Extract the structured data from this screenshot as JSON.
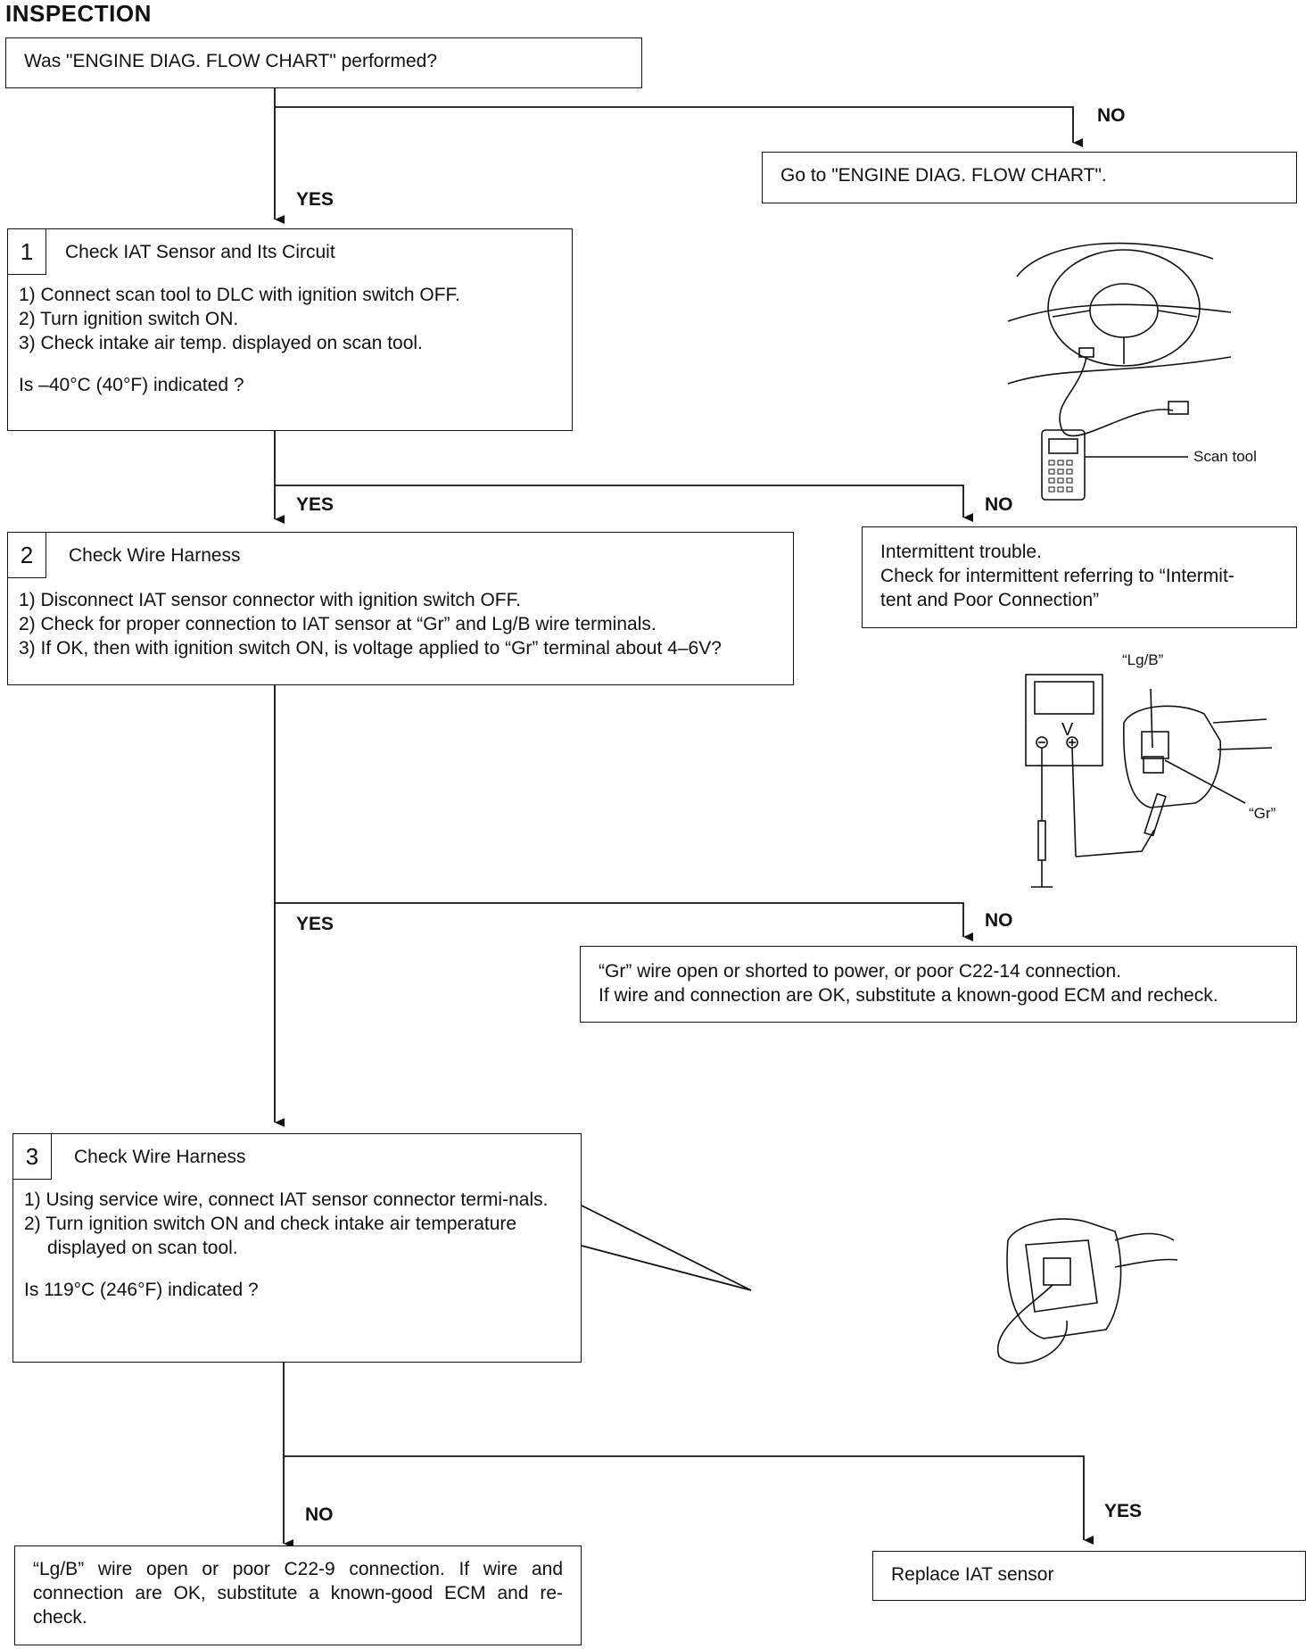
{
  "title": "INSPECTION",
  "start_box": {
    "text": "Was \"ENGINE DIAG. FLOW CHART\" performed?"
  },
  "goto_box": {
    "text": "Go to \"ENGINE DIAG. FLOW CHART\"."
  },
  "labels": {
    "yes": "YES",
    "no": "NO"
  },
  "step1": {
    "number": "1",
    "title": "Check IAT Sensor and Its Circuit",
    "steps": [
      "1) Connect scan tool to DLC with ignition switch OFF.",
      "2) Turn ignition switch ON.",
      "3) Check intake air temp. displayed on scan tool."
    ],
    "question": "Is –40°C (40°F) indicated ?"
  },
  "intermittent_box": {
    "lines": [
      "Intermittent trouble.",
      "Check for intermittent referring to “Intermit-",
      "tent and Poor Connection”"
    ]
  },
  "step2": {
    "number": "2",
    "title": "Check Wire Harness",
    "steps": [
      "1) Disconnect IAT sensor connector with ignition switch OFF.",
      "2) Check for proper connection to IAT sensor at “Gr” and Lg/B wire terminals.",
      "3) If OK, then with ignition switch ON, is voltage applied to “Gr” terminal about 4–6V?"
    ]
  },
  "gr_box": {
    "lines": [
      "“Gr” wire open or shorted to power, or poor C22-14 connection.",
      "If wire and connection are OK, substitute a known-good ECM and recheck."
    ]
  },
  "step3": {
    "number": "3",
    "title": "Check Wire Harness",
    "steps": [
      "1) Using service wire, connect IAT sensor connector termi-nals.",
      "2) Turn ignition switch ON and check intake air temperature displayed on scan tool."
    ],
    "question": "Is 119°C (246°F) indicated ?"
  },
  "lgb_box": {
    "text": "“Lg/B” wire open or poor C22-9 connection. If wire and connection are OK, substitute a known-good ECM and re-check."
  },
  "replace_box": {
    "text": "Replace IAT sensor"
  },
  "illustrations": {
    "scan_tool_label": "Scan tool",
    "lgb_label": "“Lg/B”",
    "gr_label": "“Gr”",
    "voltmeter_label": "V"
  }
}
